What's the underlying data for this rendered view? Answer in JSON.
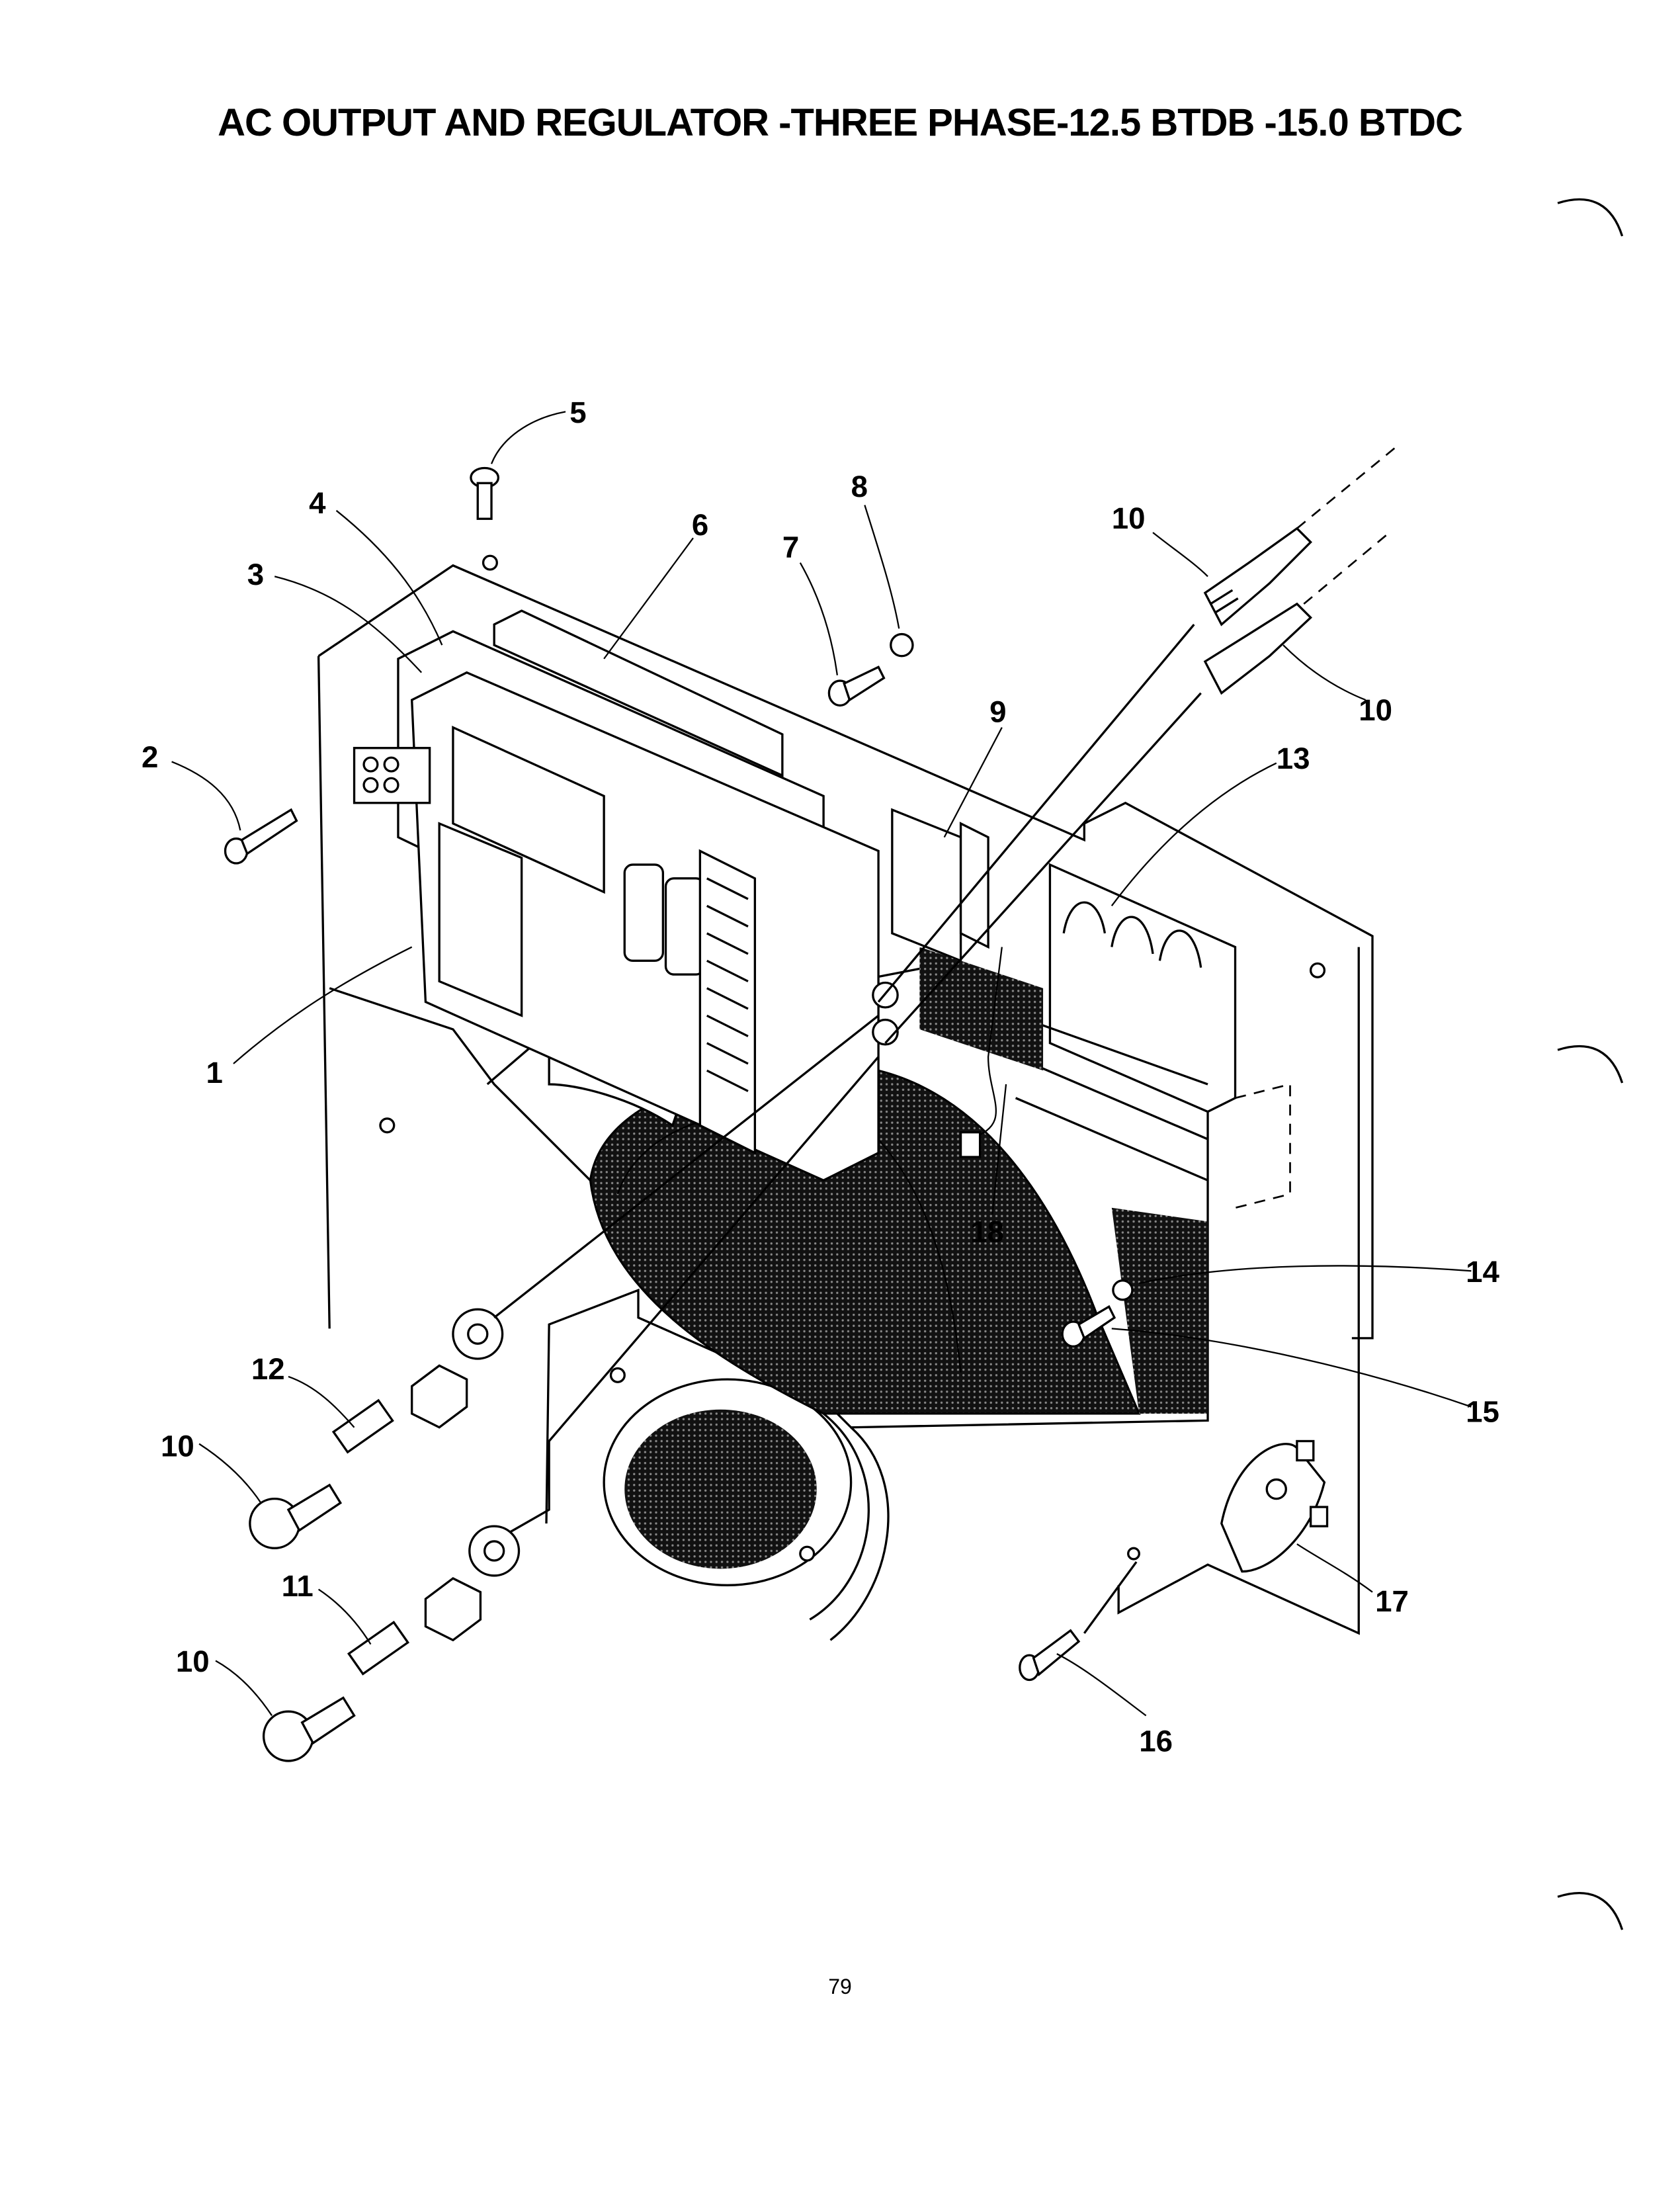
{
  "title": "AC OUTPUT AND REGULATOR -THREE PHASE-12.5 BTDB -15.0 BTDC",
  "page_number": "79",
  "callouts": {
    "c1": "1",
    "c2": "2",
    "c3": "3",
    "c4": "4",
    "c5": "5",
    "c6": "6",
    "c7": "7",
    "c8": "8",
    "c9": "9",
    "c10a": "10",
    "c10b": "10",
    "c10c": "10",
    "c10d": "10",
    "c11": "11",
    "c12": "12",
    "c13": "13",
    "c14": "14",
    "c15": "15",
    "c16": "16",
    "c17": "17",
    "c18": "18"
  }
}
